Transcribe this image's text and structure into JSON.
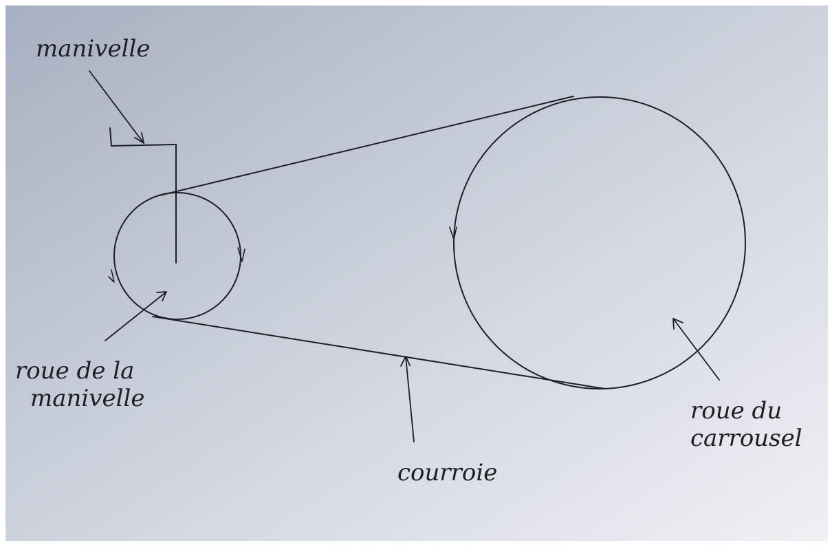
{
  "diagram": {
    "labels": {
      "crank": "manivelle",
      "crank_wheel_line1": "roue de la",
      "crank_wheel_line2": "manivelle",
      "belt": "courroie",
      "carousel_wheel_line1": "roue du",
      "carousel_wheel_line2": "carrousel"
    },
    "colors": {
      "paper_dark": "#aeb6c5",
      "paper_light": "#eef0f4",
      "ink": "#1e1e24",
      "frame": "#ffffff"
    }
  }
}
